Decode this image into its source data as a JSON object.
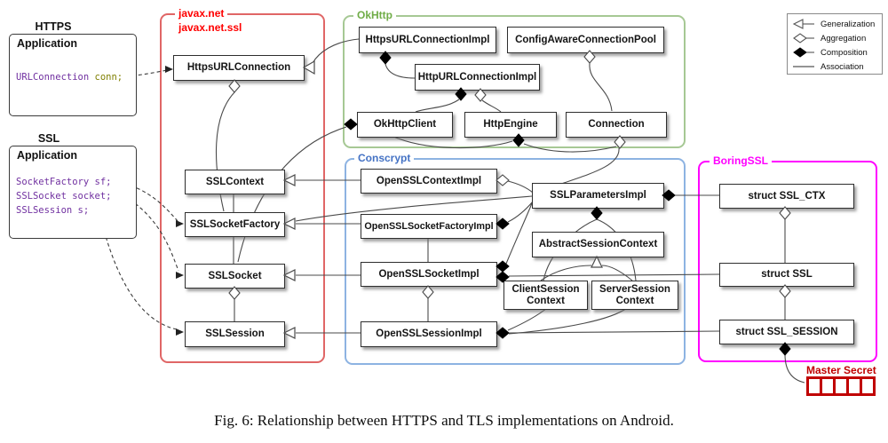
{
  "caption": "Fig. 6: Relationship between HTTPS and TLS implementations on Android.",
  "regions": {
    "javax": {
      "label_line1": "javax.net",
      "label_line2": "javax.net.ssl",
      "border_color": "#e06666",
      "label_color": "#ff0000"
    },
    "okhttp": {
      "label": "OkHttp",
      "border_color": "#a6c894",
      "label_color": "#70ad47"
    },
    "conscrypt": {
      "label": "Conscrypt",
      "border_color": "#8db3e2",
      "label_color": "#4472c4"
    },
    "boringssl": {
      "label": "BoringSSL",
      "border_color": "#ff00ff",
      "label_color": "#ff00ff"
    }
  },
  "apps": {
    "https": {
      "title": "HTTPS",
      "label": "Application",
      "code_type": "URLConnection",
      "code_var": " conn;"
    },
    "ssl": {
      "title": "SSL",
      "label": "Application",
      "code_line1": "SocketFactory sf;",
      "code_line2": "SSLSocket socket;",
      "code_line3": "SSLSession s;"
    }
  },
  "classes": {
    "https_url_connection": "HttpsURLConnection",
    "ssl_context": "SSLContext",
    "ssl_socket_factory": "SSLSocketFactory",
    "ssl_socket": "SSLSocket",
    "ssl_session": "SSLSession",
    "https_url_connection_impl": "HttpsURLConnectionImpl",
    "config_aware_connection_pool": "ConfigAwareConnectionPool",
    "http_url_connection_impl": "HttpURLConnectionImpl",
    "ok_http_client": "OkHttpClient",
    "http_engine": "HttpEngine",
    "connection": "Connection",
    "open_ssl_context_impl": "OpenSSLContextImpl",
    "ssl_parameters_impl": "SSLParametersImpl",
    "open_ssl_socket_factory_impl": "OpenSSLSocketFactoryImpl",
    "abstract_session_context": "AbstractSessionContext",
    "open_ssl_socket_impl": "OpenSSLSocketImpl",
    "client_session_context": {
      "line1": "ClientSession",
      "line2": "Context"
    },
    "server_session_context": {
      "line1": "ServerSession",
      "line2": "Context"
    },
    "open_ssl_session_impl": "OpenSSLSessionImpl",
    "struct_ssl_ctx": "struct SSL_CTX",
    "struct_ssl": "struct SSL",
    "struct_ssl_session": "struct SSL_SESSION"
  },
  "legend": {
    "items": [
      {
        "label": "Generalization",
        "icon": "hollow-triangle"
      },
      {
        "label": "Aggregation",
        "icon": "hollow-diamond"
      },
      {
        "label": "Composition",
        "icon": "filled-diamond"
      },
      {
        "label": "Association",
        "icon": "plain-line"
      }
    ]
  },
  "master_secret": {
    "label": "Master Secret",
    "cell_count": 5,
    "color": "#c00000"
  }
}
